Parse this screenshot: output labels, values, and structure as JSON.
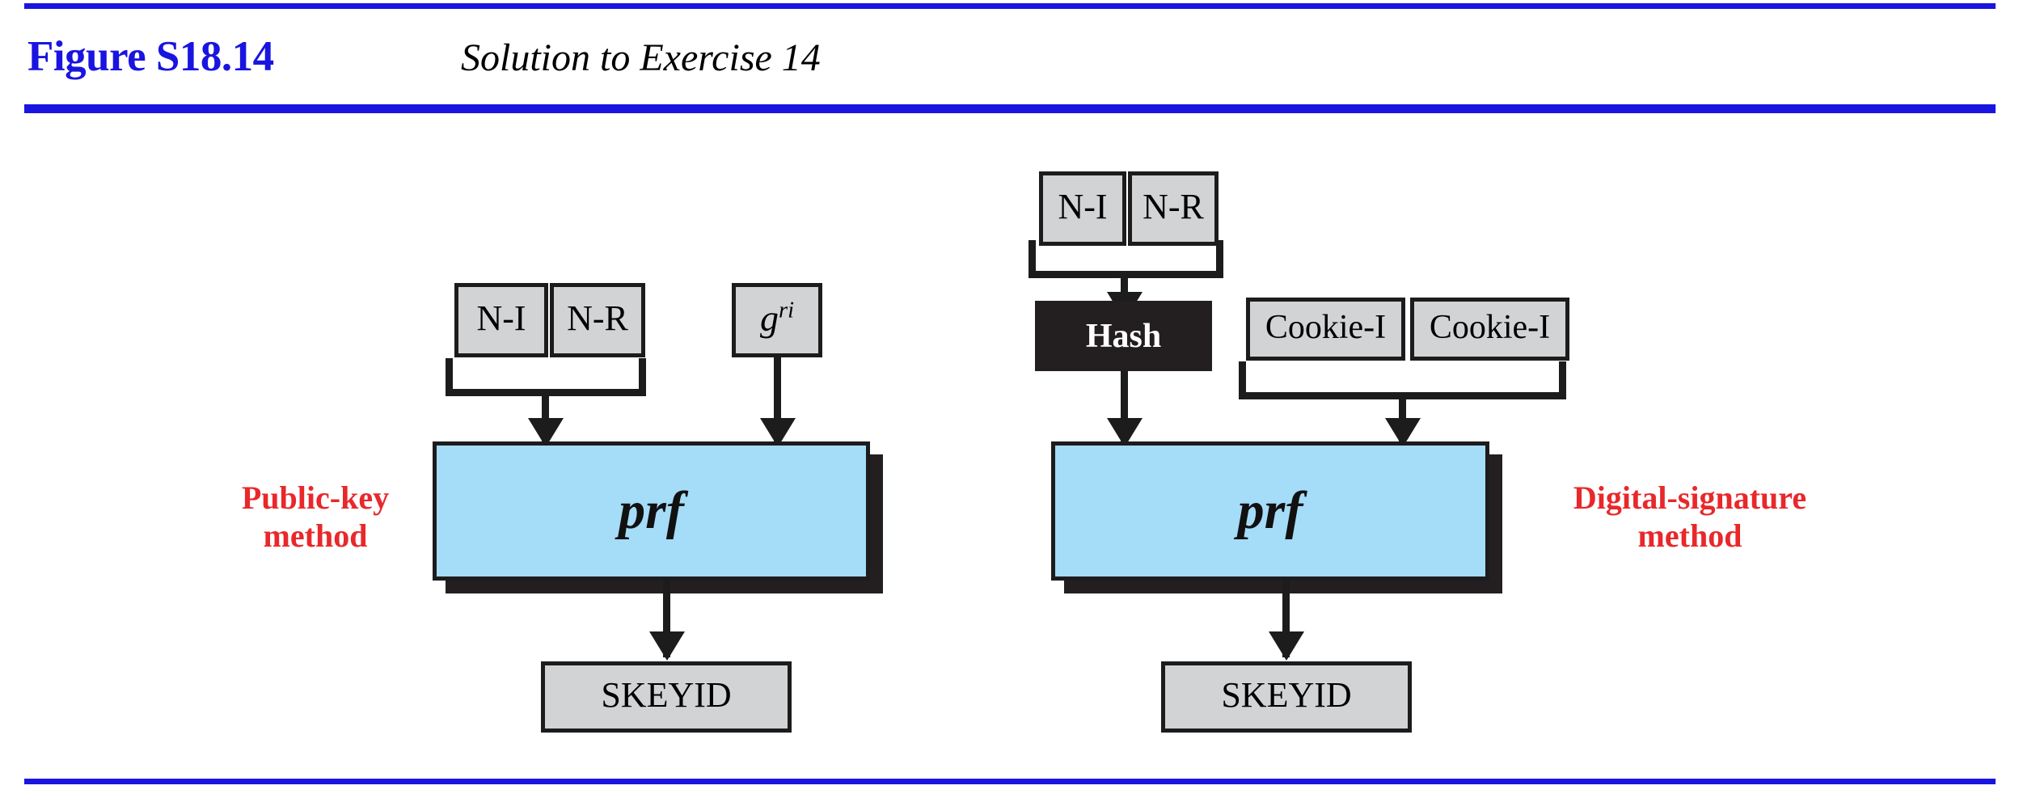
{
  "figure": {
    "label": "Figure S18.14",
    "caption": "Solution to Exercise 14",
    "label_color": "#1a14e0",
    "rule_color": "#1a14e0"
  },
  "colors": {
    "gray_box_fill": "#d2d3d4",
    "black_box_fill": "#231f20",
    "prf_fill": "#a5dcf7",
    "outline": "#1c1c1c",
    "side_label_red": "#e8282b"
  },
  "diagrams": [
    {
      "id": "public-key-method",
      "side_label": "Public-key\nmethod",
      "inputs": [
        {
          "id": "n-i",
          "text": "N-I"
        },
        {
          "id": "n-r",
          "text": "N-R"
        },
        {
          "id": "g-ri",
          "base": "g",
          "exponent": "ri"
        }
      ],
      "processor": {
        "id": "prf",
        "text": "prf"
      },
      "output": {
        "id": "skeyid",
        "text": "SKEYID"
      }
    },
    {
      "id": "digital-signature-method",
      "side_label": "Digital-signature\nmethod",
      "inputs": [
        {
          "id": "n-i",
          "text": "N-I"
        },
        {
          "id": "n-r",
          "text": "N-R"
        },
        {
          "id": "cookie-i-1",
          "text": "Cookie-I"
        },
        {
          "id": "cookie-i-2",
          "text": "Cookie-I"
        }
      ],
      "hash": {
        "id": "hash",
        "text": "Hash"
      },
      "processor": {
        "id": "prf",
        "text": "prf"
      },
      "output": {
        "id": "skeyid",
        "text": "SKEYID"
      }
    }
  ]
}
